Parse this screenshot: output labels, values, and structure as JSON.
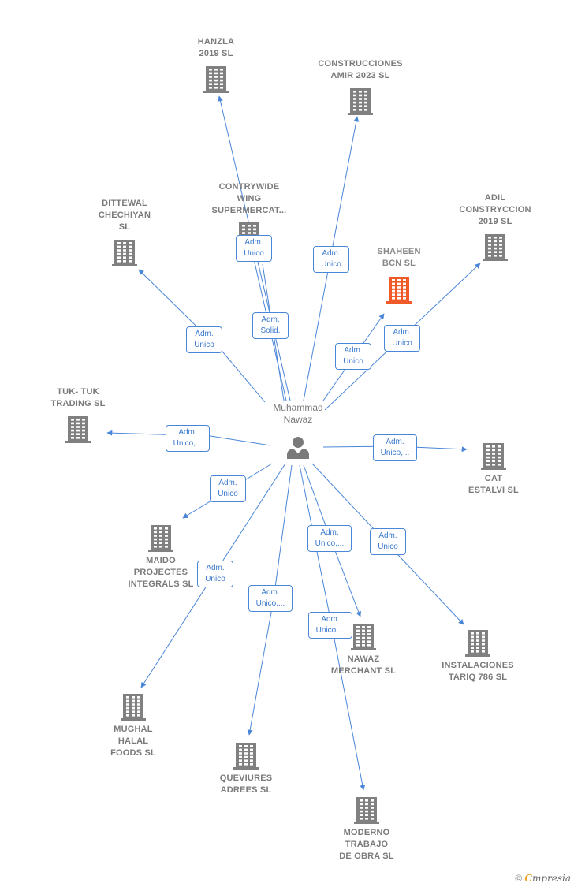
{
  "colors": {
    "edge": "#4a86d8",
    "building": "#808080",
    "highlight": "#f05a28",
    "label": "#7a7a7a"
  },
  "person": {
    "name": "Muhammad\nNawaz",
    "icon": "person-icon"
  },
  "companies": [
    {
      "id": "hanzla",
      "label": "HANZLA\n2019  SL"
    },
    {
      "id": "construcciones",
      "label": "CONSTRUCCIONES\nAMIR 2023  SL"
    },
    {
      "id": "contrywide",
      "label": "CONTRYWIDE\nWING\nSUPERMERCAT..."
    },
    {
      "id": "dittewal",
      "label": "DITTEWAL\nCHECHIYAN\nSL"
    },
    {
      "id": "shaheen",
      "label": "SHAHEEN\nBCN  SL",
      "highlight": true
    },
    {
      "id": "adil",
      "label": "ADIL\nCONSTRYCCION\n2019  SL"
    },
    {
      "id": "tuktuk",
      "label": "TUK- TUK\nTRADING  SL"
    },
    {
      "id": "cat",
      "label": "CAT\nESTALVI  SL"
    },
    {
      "id": "maido",
      "label": "MAIDO\nPROJECTES\nINTEGRALS  SL"
    },
    {
      "id": "mughal",
      "label": "MUGHAL\nHALAL\nFOODS  SL"
    },
    {
      "id": "queviures",
      "label": "QUEVIURES\nADREES  SL"
    },
    {
      "id": "nawaz",
      "label": "NAWAZ\nMERCHANT SL"
    },
    {
      "id": "instalaciones",
      "label": "INSTALACIONES\nTARIQ 786  SL"
    },
    {
      "id": "moderno",
      "label": "MODERNO\nTRABAJO\nDE OBRA SL"
    }
  ],
  "badges": [
    {
      "id": "b-contrywide",
      "text": "Adm.\nUnico"
    },
    {
      "id": "b-construcciones",
      "text": "Adm.\nUnico"
    },
    {
      "id": "b-solid",
      "text": "Adm.\nSolid."
    },
    {
      "id": "b-dittewal",
      "text": "Adm.\nUnico"
    },
    {
      "id": "b-shaheen",
      "text": "Adm.\nUnico"
    },
    {
      "id": "b-adil",
      "text": "Adm.\nUnico"
    },
    {
      "id": "b-tuktuk",
      "text": "Adm.\nUnico,..."
    },
    {
      "id": "b-cat",
      "text": "Adm.\nUnico,..."
    },
    {
      "id": "b-maido",
      "text": "Adm.\nUnico"
    },
    {
      "id": "b-mughal",
      "text": "Adm.\nUnico"
    },
    {
      "id": "b-queviures",
      "text": "Adm.\nUnico,..."
    },
    {
      "id": "b-nawaz",
      "text": "Adm.\nUnico,..."
    },
    {
      "id": "b-instalaciones",
      "text": "Adm.\nUnico"
    },
    {
      "id": "b-moderno",
      "text": "Adm.\nUnico,..."
    }
  ],
  "footer": {
    "copyright": "©",
    "brand_first": "C",
    "brand_rest": "mpresia"
  }
}
